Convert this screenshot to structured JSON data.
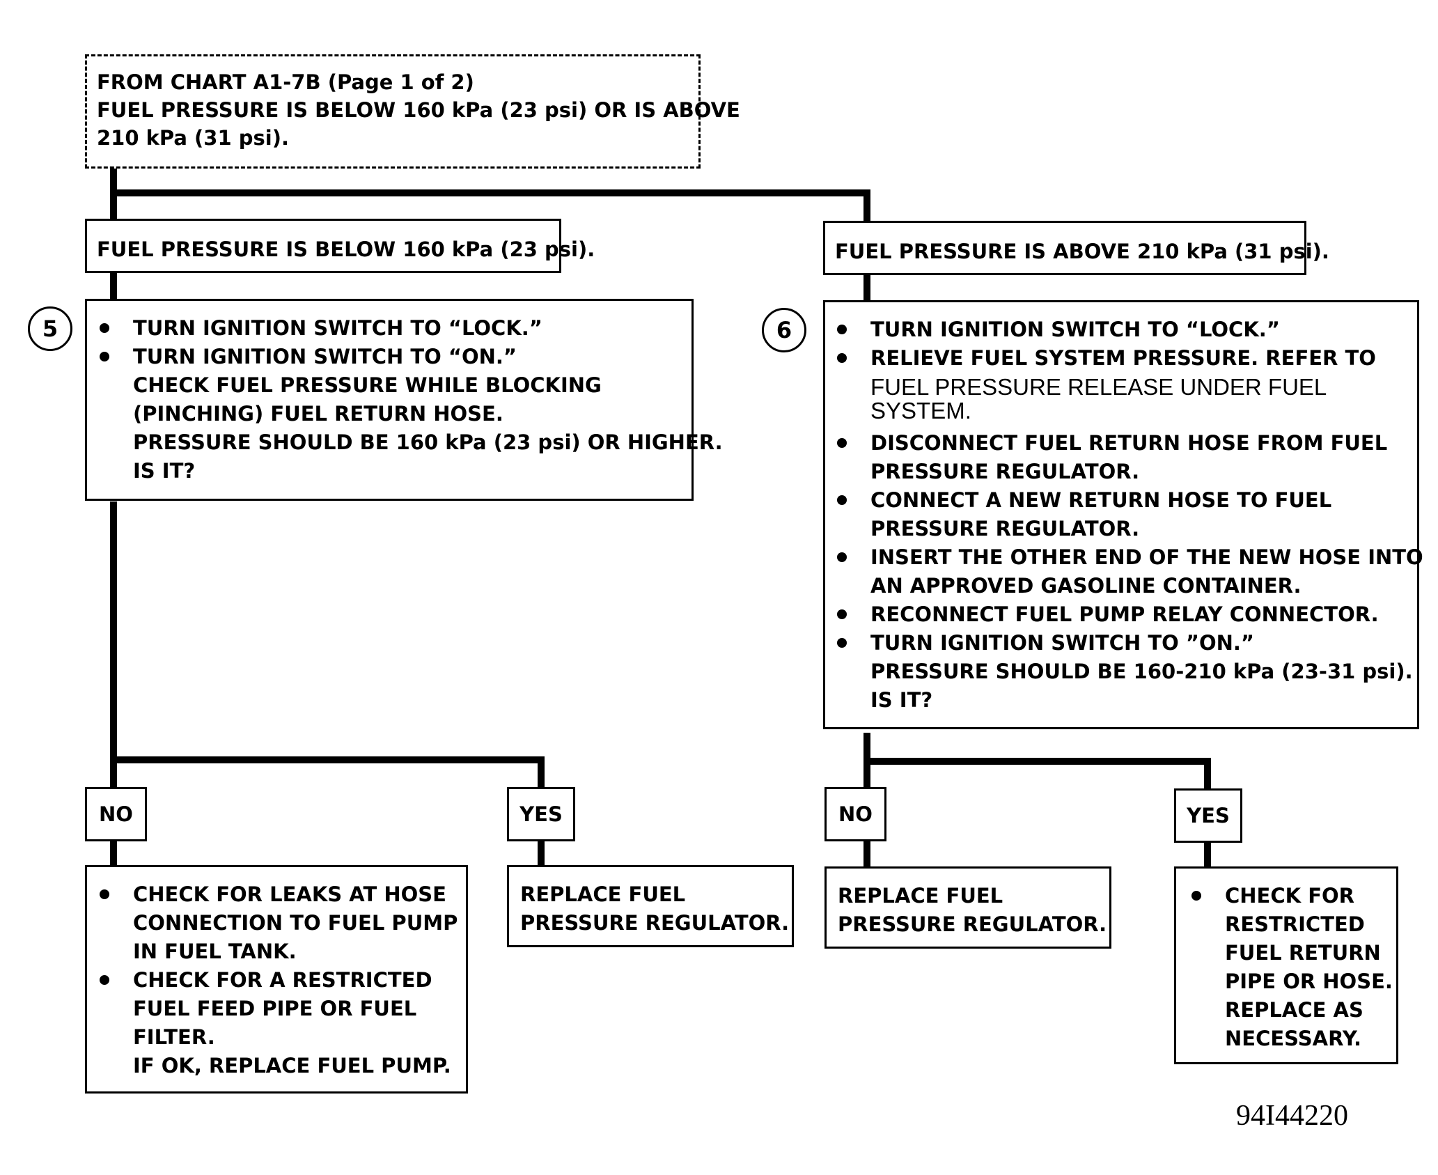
{
  "top_box": [
    "FROM CHART A1-7B (Page 1 of 2)",
    "FUEL PRESSURE IS BELOW 160 kPa (23 psi) OR IS ABOVE",
    "210 kPa (31 psi)."
  ],
  "below_box": "FUEL PRESSURE IS BELOW 160 kPa (23 psi).",
  "above_box": "FUEL PRESSURE IS ABOVE 210 kPa (31 psi).",
  "step5": {
    "number": "5",
    "lines": [
      "TURN IGNITION SWITCH TO “LOCK.”",
      "TURN IGNITION SWITCH TO “ON.”",
      "CHECK FUEL PRESSURE WHILE BLOCKING",
      "(PINCHING) FUEL RETURN HOSE.",
      "PRESSURE SHOULD BE 160 kPa (23 psi) OR HIGHER.",
      "IS IT?"
    ]
  },
  "step6": {
    "number": "6",
    "lines": [
      "TURN IGNITION SWITCH TO “LOCK.”",
      "RELIEVE FUEL SYSTEM PRESSURE.  REFER TO",
      "FUEL PRESSURE RELEASE UNDER FUEL",
      "SYSTEM.",
      "DISCONNECT FUEL RETURN HOSE FROM FUEL",
      "PRESSURE REGULATOR.",
      "CONNECT A NEW RETURN HOSE TO FUEL",
      "PRESSURE REGULATOR.",
      "INSERT THE OTHER END OF THE NEW HOSE INTO",
      "AN APPROVED GASOLINE CONTAINER.",
      "RECONNECT FUEL PUMP RELAY CONNECTOR.",
      "TURN IGNITION SWITCH TO ”ON.”",
      "PRESSURE SHOULD BE 160-210 kPa (23-31 psi).",
      "IS IT?"
    ]
  },
  "branch_labels": {
    "no": "NO",
    "yes": "YES"
  },
  "left_no": {
    "lines": [
      "CHECK FOR LEAKS AT HOSE",
      "CONNECTION TO FUEL PUMP",
      "IN FUEL TANK.",
      "CHECK FOR A RESTRICTED",
      "FUEL FEED PIPE OR FUEL",
      "FILTER.",
      "IF OK, REPLACE FUEL PUMP."
    ]
  },
  "left_yes": {
    "lines": [
      "REPLACE FUEL",
      "PRESSURE REGULATOR."
    ]
  },
  "right_no": {
    "lines": [
      "REPLACE FUEL",
      "PRESSURE REGULATOR."
    ]
  },
  "right_yes": {
    "lines": [
      "CHECK FOR",
      "RESTRICTED",
      "FUEL RETURN",
      "PIPE OR HOSE.",
      "REPLACE AS",
      "NECESSARY."
    ]
  },
  "figure_id": "94I44220"
}
